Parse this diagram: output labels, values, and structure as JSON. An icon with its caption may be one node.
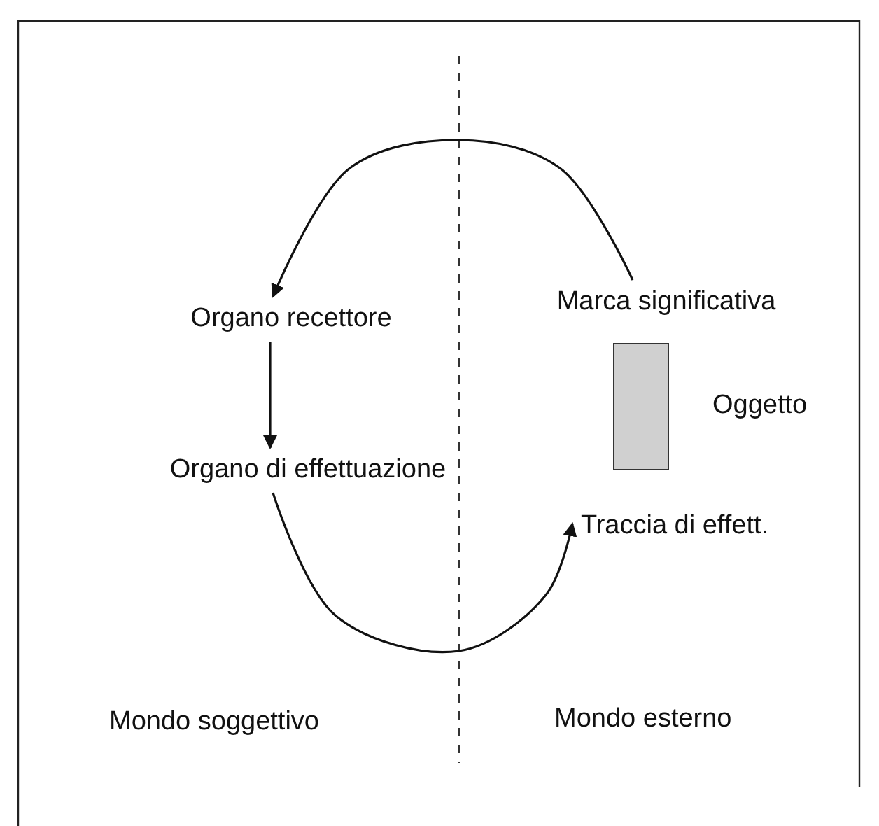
{
  "diagram": {
    "nodes": [
      {
        "text": [
          "Organo recettore"
        ]
      },
      {
        "text": [
          "Organo di effettuazione"
        ]
      },
      {
        "text": [
          "Marca significativa"
        ]
      },
      {
        "text": [],
        "shape": "box",
        "beside": [
          "Oggetto"
        ]
      },
      {
        "text": [
          "Traccia di effett."
        ]
      }
    ],
    "edges": [
      {
        "from": 2,
        "to": 0,
        "arrow": "to"
      },
      {
        "from": 0,
        "to": 1,
        "arrow": "to"
      },
      {
        "from": 1,
        "to": 4,
        "arrow": "to"
      }
    ],
    "labels": [
      "Mondo soggettivo",
      "Mondo esterno"
    ]
  }
}
